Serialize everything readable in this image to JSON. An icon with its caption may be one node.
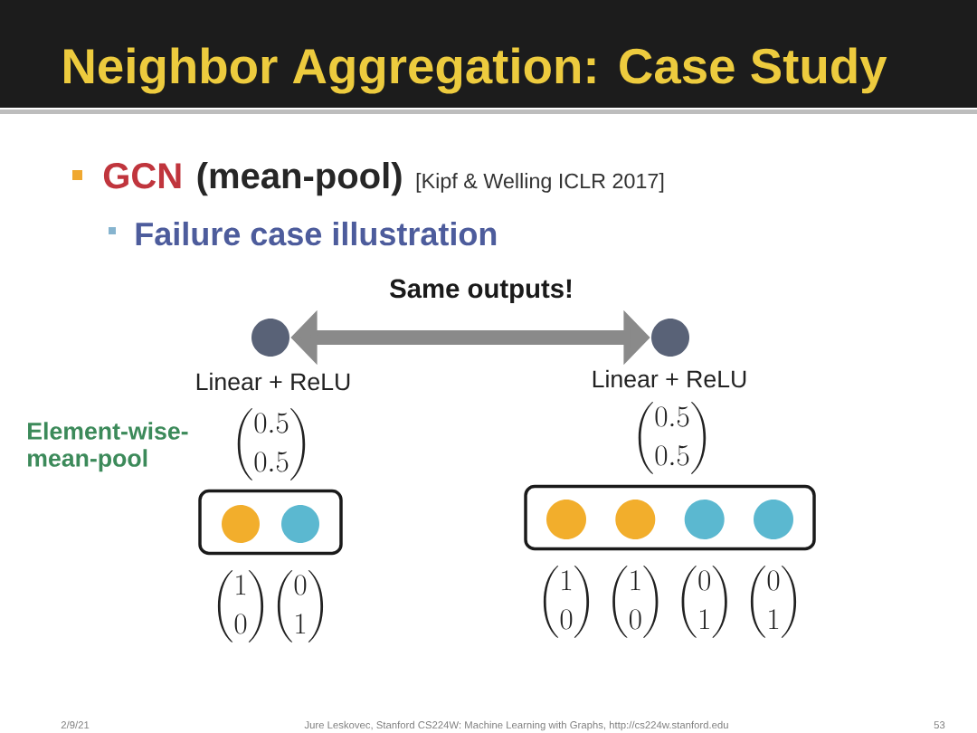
{
  "diagram": {
    "title": "Neighbor Aggregation: Case Study",
    "nodes": [
      {
        "text": [],
        "shape": "circle"
      },
      {
        "text": [],
        "shape": "circle"
      },
      {
        "text": [],
        "shape": "box"
      },
      {
        "text": [],
        "shape": "circle",
        "in": 2,
        "beside": [
          "\\begin{pmatrix}1\\\\0\\end{pmatrix}"
        ]
      },
      {
        "text": [],
        "shape": "circle",
        "in": 2,
        "beside": [
          "\\begin{pmatrix}0\\\\1\\end{pmatrix}"
        ]
      },
      {
        "text": [],
        "shape": "box"
      },
      {
        "text": [],
        "shape": "circle",
        "in": 5,
        "beside": [
          "\\begin{pmatrix}1\\\\0\\end{pmatrix}"
        ]
      },
      {
        "text": [],
        "shape": "circle",
        "in": 5,
        "beside": [
          "\\begin{pmatrix}1\\\\0\\end{pmatrix}"
        ]
      },
      {
        "text": [],
        "shape": "circle",
        "in": 5,
        "beside": [
          "\\begin{pmatrix}0\\\\1\\end{pmatrix}"
        ]
      },
      {
        "text": [],
        "shape": "circle",
        "in": 5,
        "beside": [
          "\\begin{pmatrix}0\\\\1\\end{pmatrix}"
        ]
      }
    ],
    "edges": [
      {
        "from": 0,
        "to": 1,
        "arrow": "both",
        "label": "Same outputs!",
        "color": "#8a8a8a"
      }
    ],
    "labels": [
      "GCN",
      "(mean-pool)",
      "[Kipf & Welling ICLR 2017]",
      "Failure case illustration",
      "Linear + ReLU",
      "Linear + ReLU",
      "Element-wise- mean-pool",
      "\\begin{pmatrix}0.5\\\\0.5\\end{pmatrix}",
      "\\begin{pmatrix}0.5\\\\0.5\\end{pmatrix}",
      "2/9/21",
      "Jure Leskovec, Stanford CS224W: Machine Learning with Graphs, http://cs224w.stanford.edu",
      "53"
    ]
  }
}
